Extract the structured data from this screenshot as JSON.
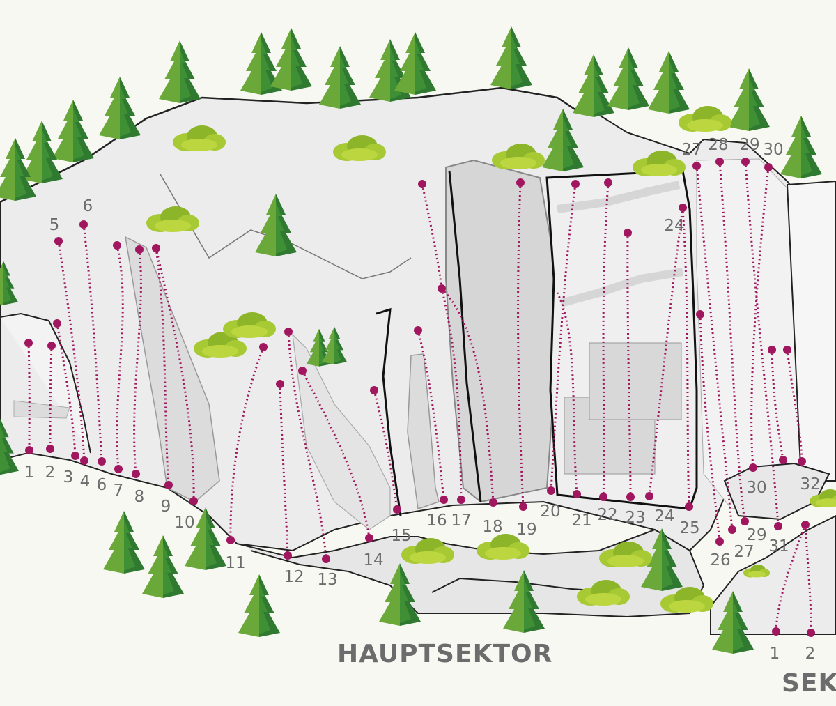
{
  "sector_labels": {
    "main": "HAUPTSEKTOR",
    "secondary": "SEK"
  },
  "colors": {
    "route": "#a0175f",
    "tree_dark": "#2f7a30",
    "tree_light": "#6aa83a",
    "bush": "#a7c934",
    "rock": "#ececec",
    "background": "#f8f8f3"
  },
  "routes": [
    {
      "label": "1"
    },
    {
      "label": "2"
    },
    {
      "label": "3"
    },
    {
      "label": "4"
    },
    {
      "label": "5"
    },
    {
      "label": "6"
    },
    {
      "label": "6"
    },
    {
      "label": "7"
    },
    {
      "label": "8"
    },
    {
      "label": "9"
    },
    {
      "label": "10"
    },
    {
      "label": "11"
    },
    {
      "label": "12"
    },
    {
      "label": "13"
    },
    {
      "label": "14"
    },
    {
      "label": "15"
    },
    {
      "label": "16"
    },
    {
      "label": "17"
    },
    {
      "label": "18"
    },
    {
      "label": "19"
    },
    {
      "label": "20"
    },
    {
      "label": "21"
    },
    {
      "label": "22"
    },
    {
      "label": "23"
    },
    {
      "label": "24"
    },
    {
      "label": "24"
    },
    {
      "label": "25"
    },
    {
      "label": "26"
    },
    {
      "label": "27"
    },
    {
      "label": "27"
    },
    {
      "label": "28"
    },
    {
      "label": "29"
    },
    {
      "label": "29"
    },
    {
      "label": "30"
    },
    {
      "label": "30"
    },
    {
      "label": "31"
    },
    {
      "label": "32"
    },
    {
      "label": "1"
    },
    {
      "label": "2"
    }
  ]
}
